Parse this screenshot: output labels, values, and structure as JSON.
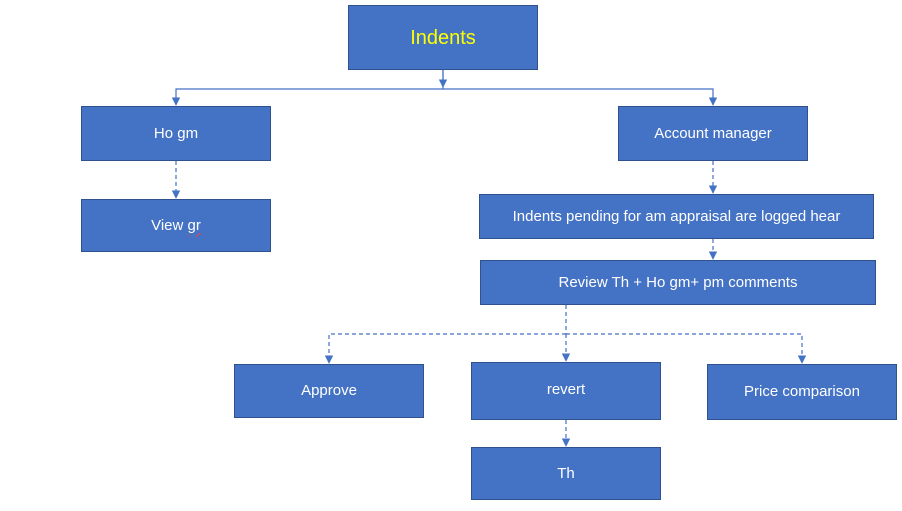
{
  "diagram": {
    "colors": {
      "box_fill": "#4472c4",
      "box_border": "#2f528f",
      "box_text": "#ffffff",
      "root_text": "#ffff00",
      "connector": "#4472c4"
    },
    "nodes": {
      "indents": {
        "label": "Indents"
      },
      "ho_gm": {
        "label": "Ho gm"
      },
      "account_manager": {
        "label": "Account manager"
      },
      "view": {
        "label": "View"
      },
      "view_suffix": {
        "label": "gr"
      },
      "pending": {
        "label": "Indents pending for am appraisal are logged hear"
      },
      "review": {
        "label": "Review Th + Ho gm+ pm comments"
      },
      "approve": {
        "label": "Approve"
      },
      "revert": {
        "label": "revert"
      },
      "price_comparison": {
        "label": "Price comparison"
      },
      "th": {
        "label": "Th"
      }
    },
    "edges": [
      {
        "from": "indents",
        "to": "ho_gm",
        "style": "solid"
      },
      {
        "from": "indents",
        "to": "account_manager",
        "style": "solid"
      },
      {
        "from": "ho_gm",
        "to": "view",
        "style": "dashed"
      },
      {
        "from": "account_manager",
        "to": "pending",
        "style": "dashed"
      },
      {
        "from": "pending",
        "to": "review",
        "style": "dashed"
      },
      {
        "from": "review",
        "to": "approve",
        "style": "dashed"
      },
      {
        "from": "review",
        "to": "revert",
        "style": "dashed"
      },
      {
        "from": "review",
        "to": "price_comparison",
        "style": "dashed"
      },
      {
        "from": "revert",
        "to": "th",
        "style": "dashed"
      }
    ]
  }
}
